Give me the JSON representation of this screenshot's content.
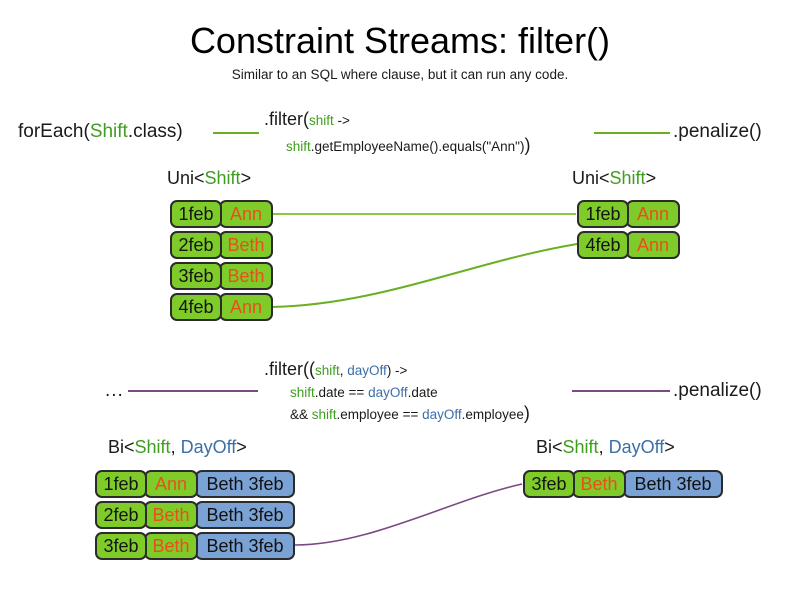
{
  "slide": {
    "title": "Constraint Streams: filter()",
    "subtitle": "Similar to an SQL where clause, but it can run any code."
  },
  "colors": {
    "shift_green": "#3f9e1f",
    "dayoff_blue": "#3b6fa8",
    "card_green": "#7ecb2a",
    "card_blue": "#7ba2d4",
    "name_orange": "#e8501b",
    "wire_green": "#6ab023",
    "wire_purple": "#7a4a82",
    "text": "#1a1a1a"
  },
  "uni_section": {
    "source": {
      "prefix": "forEach(",
      "type": "Shift",
      "suffix": ".class)"
    },
    "filter": {
      "line1_head": ".filter(",
      "line1_param": "shift",
      "line1_arrow": " ->",
      "line2_var": "shift",
      "line2_body": ".getEmployeeName().equals(\"Ann\")",
      "line2_close": ")"
    },
    "sink": ".penalize()",
    "left_table": {
      "label_prefix": "Uni<",
      "label_type": "Shift",
      "label_suffix": ">",
      "rows": [
        {
          "date": "1feb",
          "name": "Ann"
        },
        {
          "date": "2feb",
          "name": "Beth"
        },
        {
          "date": "3feb",
          "name": "Beth"
        },
        {
          "date": "4feb",
          "name": "Ann"
        }
      ]
    },
    "right_table": {
      "label_prefix": "Uni<",
      "label_type": "Shift",
      "label_suffix": ">",
      "rows": [
        {
          "date": "1feb",
          "name": "Ann"
        },
        {
          "date": "4feb",
          "name": "Ann"
        }
      ]
    }
  },
  "bi_section": {
    "source": "...",
    "filter": {
      "line1_head": ".filter((",
      "line1_p1": "shift",
      "line1_comma": ", ",
      "line1_p2": "dayOff",
      "line1_arrow": ") ->",
      "line2_v1": "shift",
      "line2_t1": ".date == ",
      "line2_v2": "dayOff",
      "line2_t2": ".date",
      "line3_amp": "&& ",
      "line3_v1": "shift",
      "line3_t1": ".employee == ",
      "line3_v2": "dayOff",
      "line3_t2": ".employee",
      "line3_close": ")"
    },
    "sink": ".penalize()",
    "left_table": {
      "label_prefix": "Bi<",
      "label_type1": "Shift",
      "label_comma": ", ",
      "label_type2": "DayOff",
      "label_suffix": ">",
      "rows": [
        {
          "date": "1feb",
          "name": "Ann",
          "dayoff": "Beth 3feb"
        },
        {
          "date": "2feb",
          "name": "Beth",
          "dayoff": "Beth 3feb"
        },
        {
          "date": "3feb",
          "name": "Beth",
          "dayoff": "Beth 3feb"
        }
      ]
    },
    "right_table": {
      "label_prefix": "Bi<",
      "label_type1": "Shift",
      "label_comma": ", ",
      "label_type2": "DayOff",
      "label_suffix": ">",
      "rows": [
        {
          "date": "3feb",
          "name": "Beth",
          "dayoff": "Beth 3feb"
        }
      ]
    }
  }
}
